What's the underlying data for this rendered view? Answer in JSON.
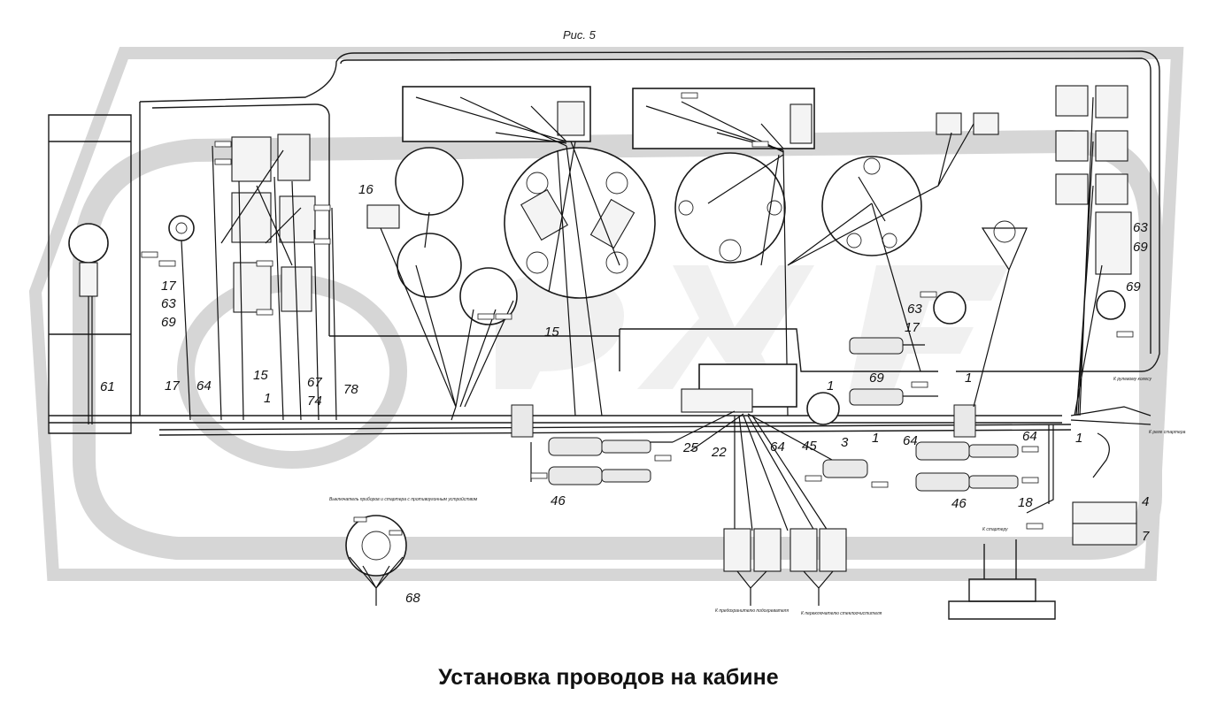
{
  "figure_caption": "Рис. 5",
  "title": "Установка проводов на кабине",
  "callouts": [
    {
      "id": "c61",
      "text": "61"
    },
    {
      "id": "c17a",
      "text": "17"
    },
    {
      "id": "c63a",
      "text": "63"
    },
    {
      "id": "c69a",
      "text": "69"
    },
    {
      "id": "c17b",
      "text": "17"
    },
    {
      "id": "c64a",
      "text": "64"
    },
    {
      "id": "c15a",
      "text": "15"
    },
    {
      "id": "c1a",
      "text": "1"
    },
    {
      "id": "c67",
      "text": "67"
    },
    {
      "id": "c74",
      "text": "74"
    },
    {
      "id": "c78",
      "text": "78"
    },
    {
      "id": "c16",
      "text": "16"
    },
    {
      "id": "c15b",
      "text": "15"
    },
    {
      "id": "c25",
      "text": "25"
    },
    {
      "id": "c22",
      "text": "22"
    },
    {
      "id": "c46a",
      "text": "46"
    },
    {
      "id": "c64b",
      "text": "64"
    },
    {
      "id": "c45",
      "text": "45"
    },
    {
      "id": "c3",
      "text": "3"
    },
    {
      "id": "c1b",
      "text": "1"
    },
    {
      "id": "c64c",
      "text": "64"
    },
    {
      "id": "c46b",
      "text": "46"
    },
    {
      "id": "c63b",
      "text": "63"
    },
    {
      "id": "c17c",
      "text": "17"
    },
    {
      "id": "c69b",
      "text": "69"
    },
    {
      "id": "c1c",
      "text": "1"
    },
    {
      "id": "c1d",
      "text": "1"
    },
    {
      "id": "c63c",
      "text": "63"
    },
    {
      "id": "c69c",
      "text": "69"
    },
    {
      "id": "c69d",
      "text": "69"
    },
    {
      "id": "c64d",
      "text": "64"
    },
    {
      "id": "c1e",
      "text": "1"
    },
    {
      "id": "c18",
      "text": "18"
    },
    {
      "id": "c4",
      "text": "4"
    },
    {
      "id": "c7",
      "text": "7"
    },
    {
      "id": "c68",
      "text": "68"
    }
  ],
  "notes": {
    "switch_note": "Выключатель приборов и стартера с противоугонным устройством",
    "block_note_a": "К предохранителю подогревателя",
    "block_note_b": "К переключателю стеклоочистителя",
    "relay_note": "К реле стартера",
    "fan_note": "К рулевому колесу",
    "to_starter": "К стартеру"
  },
  "colors": {
    "line": "#1a1a1a",
    "watermark": "#d6d6d6",
    "background": "#ffffff"
  }
}
